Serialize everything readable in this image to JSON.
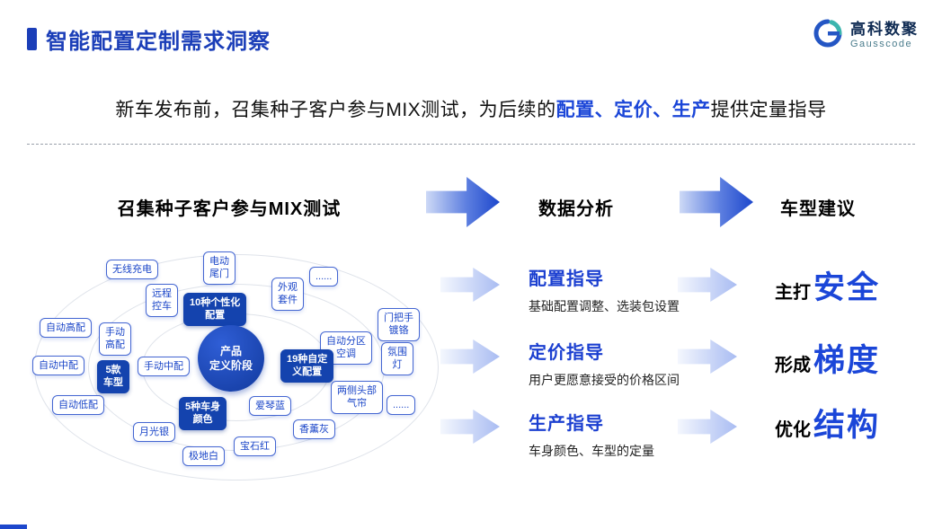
{
  "header": {
    "title": "智能配置定制需求洞察",
    "logo_name": "高科数聚",
    "logo_sub": "Gausscode"
  },
  "subtitle": {
    "pre": "新车发布前，召集种子客户参与MIX测试，为后续的",
    "highlight": "配置、定价、生产",
    "post": "提供定量指导"
  },
  "flow": {
    "step1_title": "召集种子客户参与MIX测试",
    "step2_title": "数据分析",
    "step3_title": "车型建议"
  },
  "diagram": {
    "center": "产品\n定义阶段",
    "nodes": [
      "无线充电",
      "电动\n尾门",
      "远程\n控车",
      "外观\n套件",
      "......",
      "10种个性化\n配置",
      "自动高配",
      "手动\n高配",
      "自动中配",
      "手动中配",
      "5款\n车型",
      "自动低配",
      "门把手\n镀铬",
      "自动分区\n空调",
      "氛围\n灯",
      "19种自定\n义配置",
      "两侧头部\n气帘",
      "......",
      "5种车身\n颜色",
      "爱琴蓝",
      "香薰灰",
      "月光银",
      "极地白",
      "宝石红"
    ]
  },
  "analysis": {
    "items": [
      {
        "title": "配置指导",
        "desc": "基础配置调整、选装包设置"
      },
      {
        "title": "定价指导",
        "desc": "用户更愿意接受的价格区间"
      },
      {
        "title": "生产指导",
        "desc": "车身颜色、车型的定量"
      }
    ]
  },
  "suggestions": {
    "items": [
      {
        "prefix": "主打",
        "keyword": "安全"
      },
      {
        "prefix": "形成",
        "keyword": "梯度"
      },
      {
        "prefix": "优化",
        "keyword": "结构"
      }
    ]
  },
  "colors": {
    "title_blue": "#1b3eb8",
    "highlight_blue": "#1b46d8",
    "category_blue": "#1443ae",
    "arrow_blue": "#1d47cc",
    "logo_teal": "#3bb5ae"
  }
}
